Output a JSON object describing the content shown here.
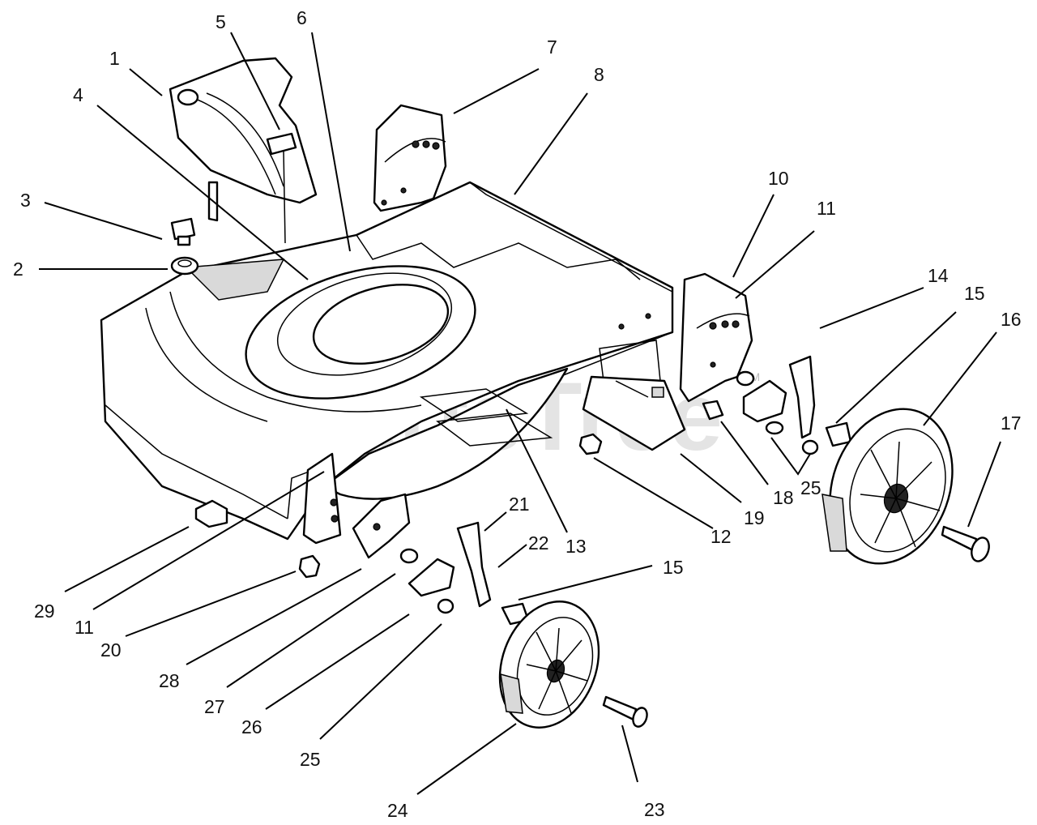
{
  "watermark": {
    "text": "PartsTree",
    "mark": "TM"
  },
  "callouts": [
    "1",
    "2",
    "3",
    "4",
    "5",
    "6",
    "7",
    "8",
    "10",
    "11",
    "14",
    "15",
    "16",
    "17",
    "25",
    "18",
    "19",
    "12",
    "13",
    "21",
    "22",
    "15",
    "29",
    "11",
    "20",
    "28",
    "27",
    "26",
    "25",
    "24",
    "23"
  ]
}
